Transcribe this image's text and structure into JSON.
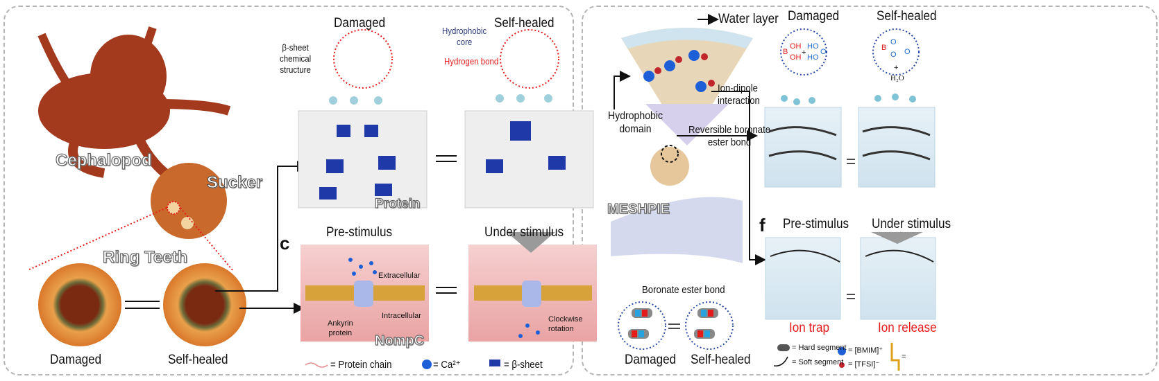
{
  "left_panel": {
    "cephalopod_label": "Cephalopod",
    "sucker_label": "Sucker",
    "ring_teeth_label": "Ring Teeth",
    "ring_damaged_label": "Damaged",
    "ring_self_healed_label": "Self-healed",
    "protein_damaged_title": "Damaged",
    "protein_self_healed_title": "Self-healed",
    "beta_sheet_structure_label": [
      "β-sheet",
      "chemical",
      "structure"
    ],
    "hydrophobic_core_label": [
      "Hydrophobic",
      "core"
    ],
    "hydrogen_bond_label": "Hydrogen bond",
    "protein_label": "Protein",
    "panel_letter_c": "c",
    "pre_stimulus_label": "Pre-stimulus",
    "under_stimulus_label": "Under stimulus",
    "extracellular_label": "Extracellular",
    "intracellular_label": "Intracellular",
    "ankyrin_label": [
      "Ankyrin",
      "protein"
    ],
    "nompc_label": "NompC",
    "rotation_label": [
      "Clockwise",
      "rotation"
    ],
    "legend": {
      "protein_chain": "= Protein chain",
      "calcium": "= Ca²⁺",
      "beta_sheet": "= β-sheet"
    }
  },
  "right_panel": {
    "water_layer_label": "Water layer",
    "ion_dipole_label": [
      "Ion-dipole",
      "interaction"
    ],
    "hydrophobic_domain_label": [
      "Hydrophobic",
      "domain"
    ],
    "boronate_reversible_label": [
      "Reversible boronate",
      "ester bond"
    ],
    "damaged_title": "Damaged",
    "self_healed_title": "Self-healed",
    "chem_damaged": {
      "boron": "B",
      "oh1": "OH",
      "oh2": "OH",
      "plus": "+",
      "ho1": "HO",
      "ho2": "HO",
      "o": "O"
    },
    "chem_healed": {
      "boron": "B",
      "o1": "O",
      "o2": "O",
      "o3": "O",
      "plus": "+",
      "water": "H₂O"
    },
    "meshpie_label": "MESHPIE",
    "panel_letter_f": "f",
    "pre_stimulus_label": "Pre-stimulus",
    "under_stimulus_label": "Under stimulus",
    "ion_trap_label": "Ion trap",
    "ion_release_label": "Ion release",
    "boronate_bond_label": "Boronate ester bond",
    "bottom_damaged_label": "Damaged",
    "bottom_self_healed_label": "Self-healed",
    "legend": {
      "hard_segment": "= Hard segment",
      "soft_segment": "= Soft segment",
      "bmim": "= [BMIM]⁺",
      "tfsi": "= [TFSI]⁻",
      "fluoro_chain": "="
    }
  },
  "colors": {
    "accent_red": "#e51b1b",
    "navy": "#2b3a7a",
    "beta_sheet_blue": "#1f3aa8",
    "cation_blue": "#1e5fd8",
    "anion_red": "#c0262b",
    "octopus": "#a33a1e",
    "membrane": "#d8a23a",
    "cell_pink": "#f1b8b8",
    "gel_blue": "#dbeaf3"
  }
}
